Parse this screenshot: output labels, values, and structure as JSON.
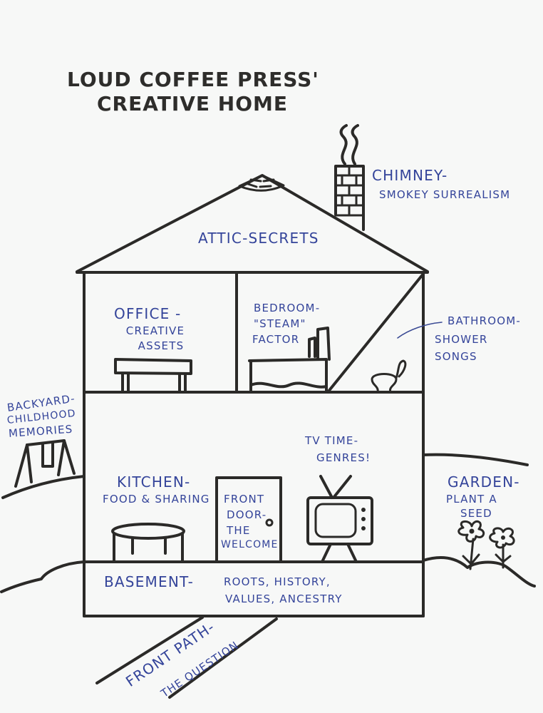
{
  "title": {
    "line1": "LOUD COFFEE PRESS'",
    "line2": "CREATIVE HOME"
  },
  "colors": {
    "paper": "#f7f8f7",
    "ink": "#2b2a28",
    "pen_blue": "#34449a"
  },
  "rooms": {
    "chimney": {
      "name": "CHIMNEY-",
      "meaning": "SMOKEY SURREALISM",
      "icon": "chimney-with-smoke"
    },
    "attic": {
      "name": "ATTIC-",
      "meaning": "SECRETS",
      "icon": "cobweb"
    },
    "office": {
      "name": "OFFICE -",
      "meaning_line1": "CREATIVE",
      "meaning_line2": "ASSETS",
      "icon": "desk"
    },
    "bedroom": {
      "name": "BEDROOM-",
      "meaning_line1": "\"STEAM\"",
      "meaning_line2": "FACTOR",
      "icon": "bed"
    },
    "bathroom": {
      "name": "BATHROOM-",
      "meaning_line1": "SHOWER",
      "meaning_line2": "SONGS",
      "icon": "toilet"
    },
    "backyard": {
      "name": "BACKYARD-",
      "meaning_line1": "CHILDHOOD",
      "meaning_line2": "MEMORIES",
      "icon": "swing-set"
    },
    "kitchen": {
      "name": "KITCHEN-",
      "meaning": "FOOD & SHARING",
      "icon": "table"
    },
    "front_door": {
      "line1": "FRONT",
      "line2": "DOOR-",
      "line3": "THE",
      "line4": "WELCOME",
      "icon": "door"
    },
    "tv": {
      "name": "TV TIME-",
      "meaning": "GENRES!",
      "icon": "television"
    },
    "garden": {
      "name": "GARDEN-",
      "meaning_line1": "PLANT A",
      "meaning_line2": "SEED",
      "icon": "flowers"
    },
    "basement": {
      "name": "BASEMENT-",
      "meaning_line1": "ROOTS, HISTORY,",
      "meaning_line2": "VALUES, ANCESTRY"
    },
    "front_path": {
      "name": "FRONT PATH-",
      "meaning": "THE QUESTION"
    }
  }
}
